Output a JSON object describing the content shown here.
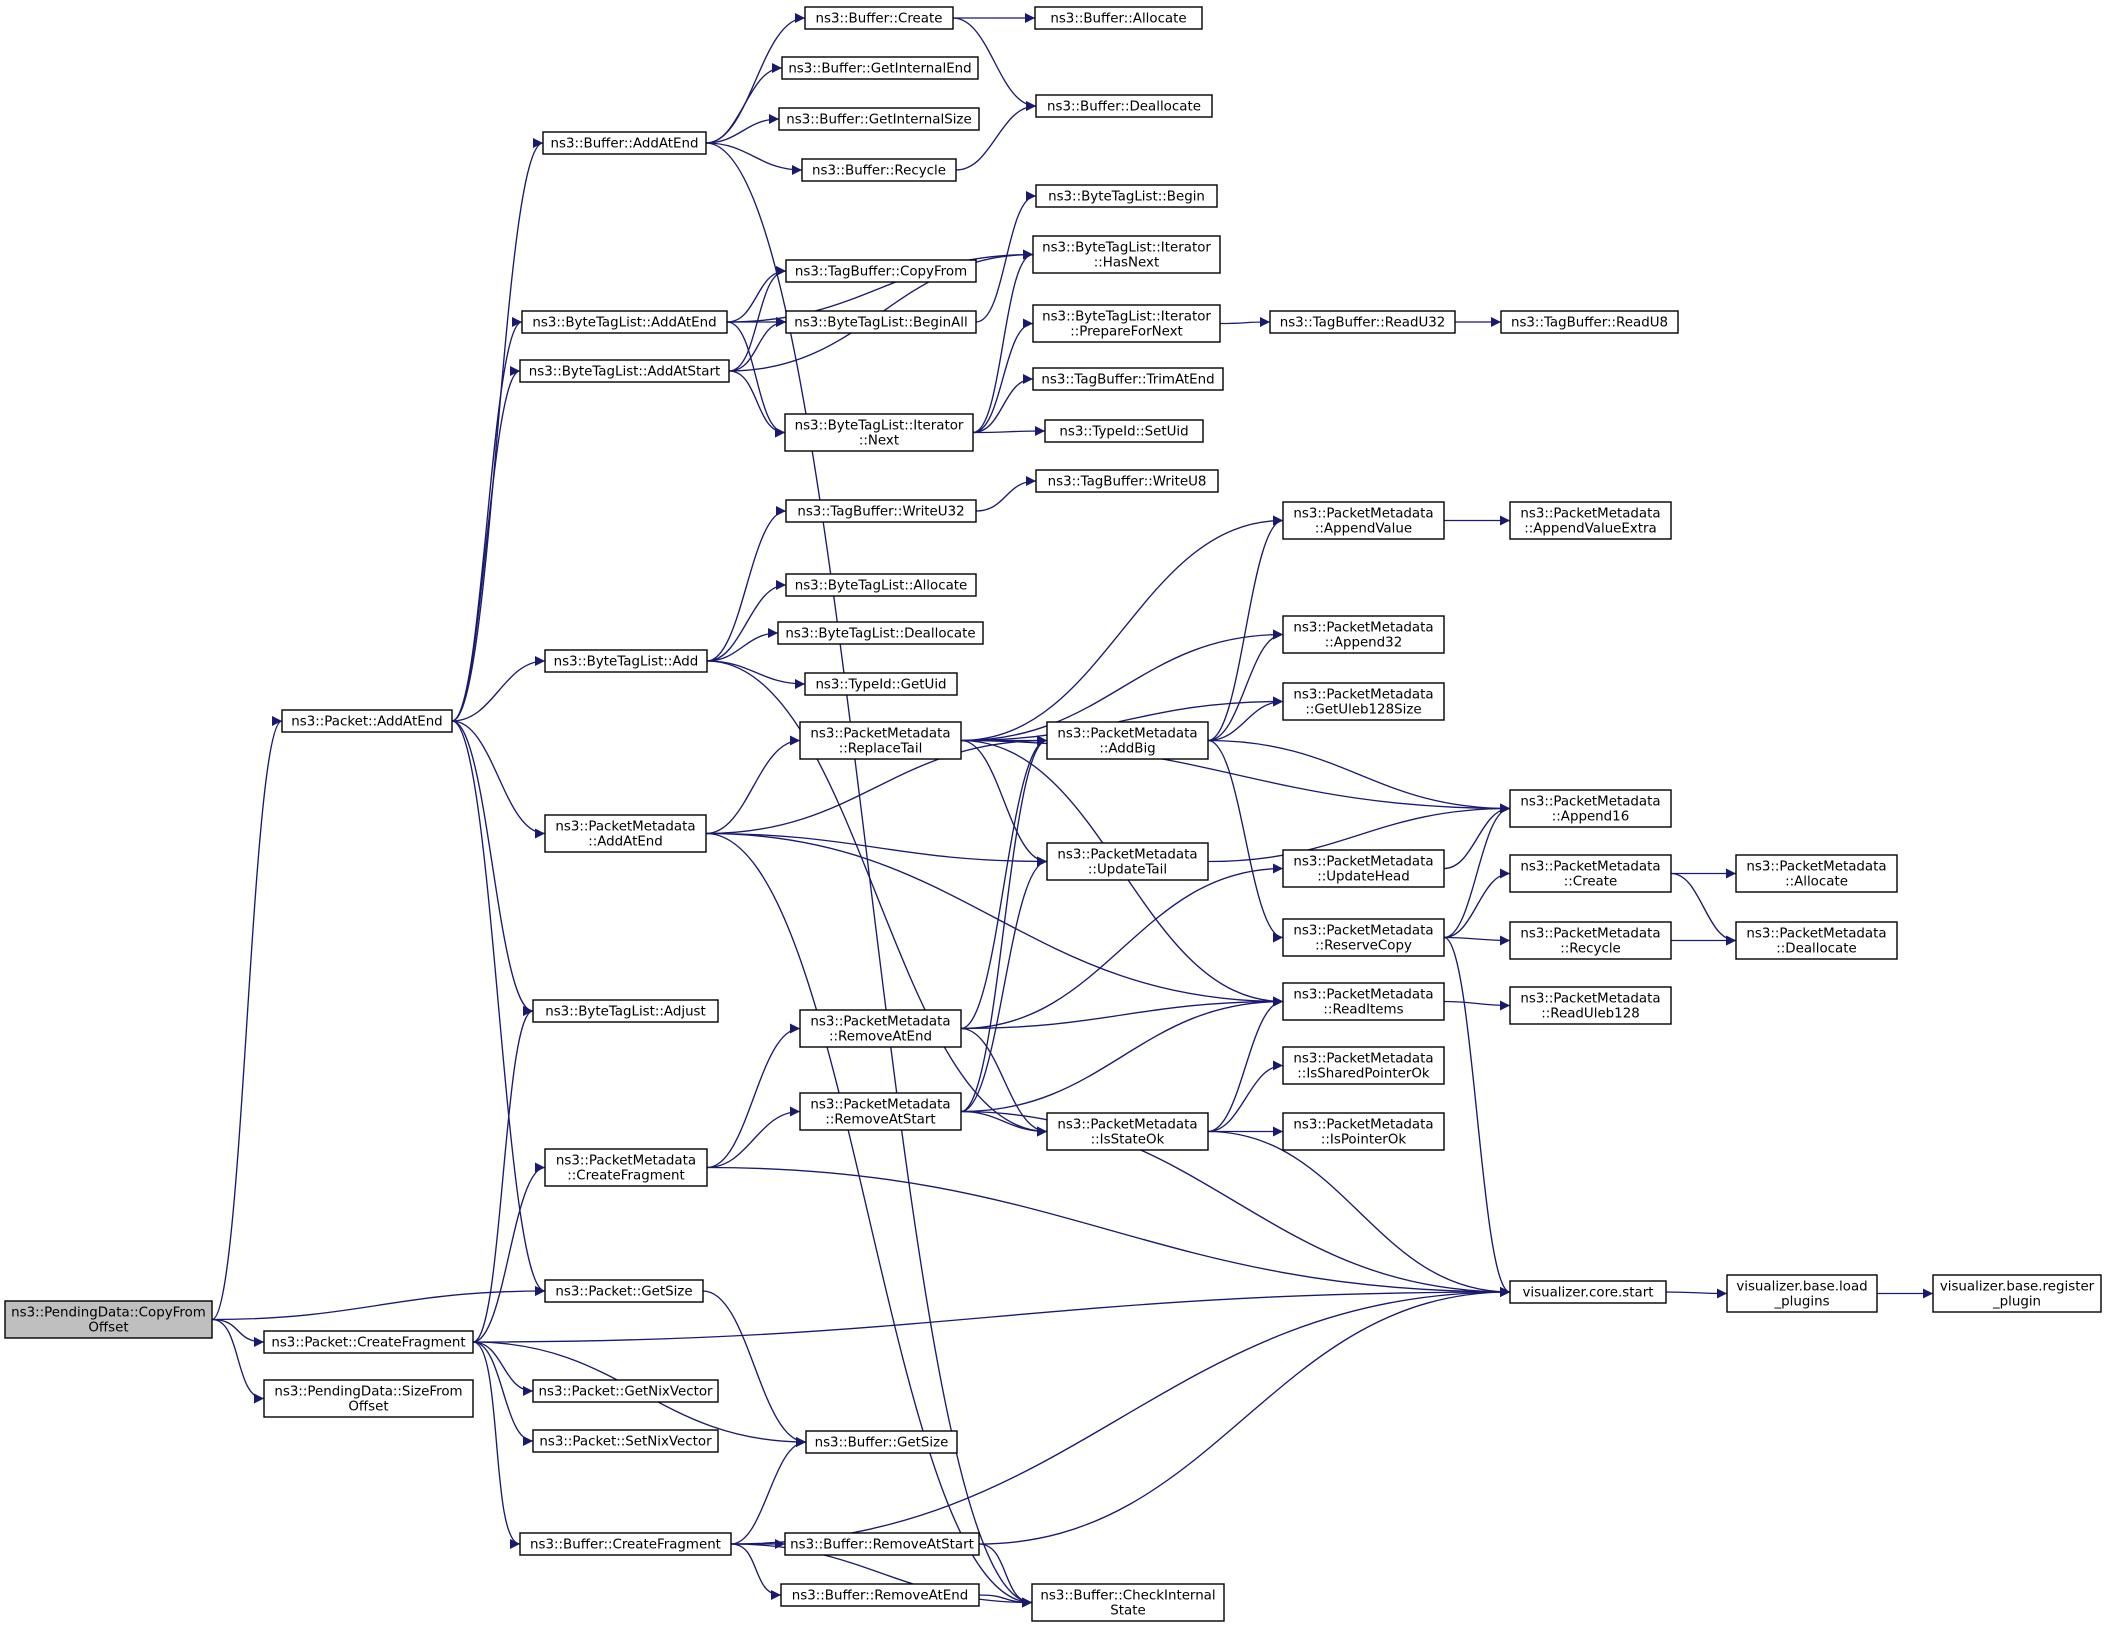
{
  "colors": {
    "edge": "#191970",
    "root_fill": "#bfbfbf",
    "node_fill": "#ffffff",
    "border": "#000000"
  },
  "nodes": [
    {
      "id": "pd_copy",
      "lines": [
        "ns3::PendingData::CopyFrom",
        "Offset"
      ],
      "root": true
    },
    {
      "id": "pkt_addatend",
      "lines": [
        "ns3::Packet::AddAtEnd"
      ]
    },
    {
      "id": "pkt_getsize",
      "lines": [
        "ns3::Packet::GetSize"
      ]
    },
    {
      "id": "pkt_createfrag",
      "lines": [
        "ns3::Packet::CreateFragment"
      ]
    },
    {
      "id": "pd_sizefrom",
      "lines": [
        "ns3::PendingData::SizeFrom",
        "Offset"
      ]
    },
    {
      "id": "buf_addatend",
      "lines": [
        "ns3::Buffer::AddAtEnd"
      ]
    },
    {
      "id": "btl_addatend",
      "lines": [
        "ns3::ByteTagList::AddAtEnd"
      ]
    },
    {
      "id": "btl_addatstart",
      "lines": [
        "ns3::ByteTagList::AddAtStart"
      ]
    },
    {
      "id": "btl_add",
      "lines": [
        "ns3::ByteTagList::Add"
      ]
    },
    {
      "id": "pm_addatend",
      "lines": [
        "ns3::PacketMetadata",
        "::AddAtEnd"
      ]
    },
    {
      "id": "btl_adjust",
      "lines": [
        "ns3::ByteTagList::Adjust"
      ]
    },
    {
      "id": "pm_createfrag",
      "lines": [
        "ns3::PacketMetadata",
        "::CreateFragment"
      ]
    },
    {
      "id": "pkt_getnix",
      "lines": [
        "ns3::Packet::GetNixVector"
      ]
    },
    {
      "id": "pkt_setnix",
      "lines": [
        "ns3::Packet::SetNixVector"
      ]
    },
    {
      "id": "buf_createfrag",
      "lines": [
        "ns3::Buffer::CreateFragment"
      ]
    },
    {
      "id": "buf_create",
      "lines": [
        "ns3::Buffer::Create"
      ]
    },
    {
      "id": "buf_getintend",
      "lines": [
        "ns3::Buffer::GetInternalEnd"
      ]
    },
    {
      "id": "buf_getintsize",
      "lines": [
        "ns3::Buffer::GetInternalSize"
      ]
    },
    {
      "id": "buf_recycle",
      "lines": [
        "ns3::Buffer::Recycle"
      ]
    },
    {
      "id": "tb_copyfrom",
      "lines": [
        "ns3::TagBuffer::CopyFrom"
      ]
    },
    {
      "id": "btl_beginall",
      "lines": [
        "ns3::ByteTagList::BeginAll"
      ]
    },
    {
      "id": "btli_next",
      "lines": [
        "ns3::ByteTagList::Iterator",
        "::Next"
      ]
    },
    {
      "id": "tb_writeu32",
      "lines": [
        "ns3::TagBuffer::WriteU32"
      ]
    },
    {
      "id": "btl_allocate",
      "lines": [
        "ns3::ByteTagList::Allocate"
      ]
    },
    {
      "id": "btl_deallocate",
      "lines": [
        "ns3::ByteTagList::Deallocate"
      ]
    },
    {
      "id": "typeid_getuid",
      "lines": [
        "ns3::TypeId::GetUid"
      ]
    },
    {
      "id": "pm_replacetail",
      "lines": [
        "ns3::PacketMetadata",
        "::ReplaceTail"
      ]
    },
    {
      "id": "pm_removeatend",
      "lines": [
        "ns3::PacketMetadata",
        "::RemoveAtEnd"
      ]
    },
    {
      "id": "pm_removeatstart",
      "lines": [
        "ns3::PacketMetadata",
        "::RemoveAtStart"
      ]
    },
    {
      "id": "buf_getsize",
      "lines": [
        "ns3::Buffer::GetSize"
      ]
    },
    {
      "id": "buf_removeatstart",
      "lines": [
        "ns3::Buffer::RemoveAtStart"
      ]
    },
    {
      "id": "buf_removeatend",
      "lines": [
        "ns3::Buffer::RemoveAtEnd"
      ]
    },
    {
      "id": "buf_allocate",
      "lines": [
        "ns3::Buffer::Allocate"
      ]
    },
    {
      "id": "buf_deallocate",
      "lines": [
        "ns3::Buffer::Deallocate"
      ]
    },
    {
      "id": "btl_begin",
      "lines": [
        "ns3::ByteTagList::Begin"
      ]
    },
    {
      "id": "btli_hasnext",
      "lines": [
        "ns3::ByteTagList::Iterator",
        "::HasNext"
      ]
    },
    {
      "id": "btli_prepare",
      "lines": [
        "ns3::ByteTagList::Iterator",
        "::PrepareForNext"
      ]
    },
    {
      "id": "tb_trimatend",
      "lines": [
        "ns3::TagBuffer::TrimAtEnd"
      ]
    },
    {
      "id": "typeid_setuid",
      "lines": [
        "ns3::TypeId::SetUid"
      ]
    },
    {
      "id": "tb_writeu8",
      "lines": [
        "ns3::TagBuffer::WriteU8"
      ]
    },
    {
      "id": "pm_addbig",
      "lines": [
        "ns3::PacketMetadata",
        "::AddBig"
      ]
    },
    {
      "id": "pm_updatetail",
      "lines": [
        "ns3::PacketMetadata",
        "::UpdateTail"
      ]
    },
    {
      "id": "pm_isstateok",
      "lines": [
        "ns3::PacketMetadata",
        "::IsStateOk"
      ]
    },
    {
      "id": "buf_checkinternal",
      "lines": [
        "ns3::Buffer::CheckInternal",
        "State"
      ]
    },
    {
      "id": "tb_readu32",
      "lines": [
        "ns3::TagBuffer::ReadU32"
      ]
    },
    {
      "id": "pm_appendvalue",
      "lines": [
        "ns3::PacketMetadata",
        "::AppendValue"
      ]
    },
    {
      "id": "pm_append32",
      "lines": [
        "ns3::PacketMetadata",
        "::Append32"
      ]
    },
    {
      "id": "pm_getuleb",
      "lines": [
        "ns3::PacketMetadata",
        "::GetUleb128Size"
      ]
    },
    {
      "id": "pm_updatehead",
      "lines": [
        "ns3::PacketMetadata",
        "::UpdateHead"
      ]
    },
    {
      "id": "pm_reservecopy",
      "lines": [
        "ns3::PacketMetadata",
        "::ReserveCopy"
      ]
    },
    {
      "id": "pm_readitems",
      "lines": [
        "ns3::PacketMetadata",
        "::ReadItems"
      ]
    },
    {
      "id": "pm_issharedptr",
      "lines": [
        "ns3::PacketMetadata",
        "::IsSharedPointerOk"
      ]
    },
    {
      "id": "pm_isptrok",
      "lines": [
        "ns3::PacketMetadata",
        "::IsPointerOk"
      ]
    },
    {
      "id": "viz_start",
      "lines": [
        "visualizer.core.start"
      ]
    },
    {
      "id": "tb_readu8",
      "lines": [
        "ns3::TagBuffer::ReadU8"
      ]
    },
    {
      "id": "pm_appendvalueextra",
      "lines": [
        "ns3::PacketMetadata",
        "::AppendValueExtra"
      ]
    },
    {
      "id": "pm_append16",
      "lines": [
        "ns3::PacketMetadata",
        "::Append16"
      ]
    },
    {
      "id": "pm_create",
      "lines": [
        "ns3::PacketMetadata",
        "::Create"
      ]
    },
    {
      "id": "pm_recycle",
      "lines": [
        "ns3::PacketMetadata",
        "::Recycle"
      ]
    },
    {
      "id": "pm_readuleb",
      "lines": [
        "ns3::PacketMetadata",
        "::ReadUleb128"
      ]
    },
    {
      "id": "viz_loadplugins",
      "lines": [
        "visualizer.base.load",
        "_plugins"
      ]
    },
    {
      "id": "pm_allocate",
      "lines": [
        "ns3::PacketMetadata",
        "::Allocate"
      ]
    },
    {
      "id": "pm_deallocate",
      "lines": [
        "ns3::PacketMetadata",
        "::Deallocate"
      ]
    },
    {
      "id": "viz_register",
      "lines": [
        "visualizer.base.register",
        "_plugin"
      ]
    }
  ],
  "edges": [
    [
      "pd_copy",
      "pkt_addatend"
    ],
    [
      "pd_copy",
      "pkt_getsize"
    ],
    [
      "pd_copy",
      "pkt_createfrag"
    ],
    [
      "pd_copy",
      "pd_sizefrom"
    ],
    [
      "pkt_addatend",
      "buf_addatend"
    ],
    [
      "pkt_addatend",
      "btl_addatend"
    ],
    [
      "pkt_addatend",
      "btl_addatstart"
    ],
    [
      "pkt_addatend",
      "btl_add"
    ],
    [
      "pkt_addatend",
      "pm_addatend"
    ],
    [
      "pkt_addatend",
      "btl_adjust"
    ],
    [
      "pkt_addatend",
      "pkt_getsize"
    ],
    [
      "pkt_getsize",
      "buf_getsize"
    ],
    [
      "pkt_createfrag",
      "btl_adjust"
    ],
    [
      "pkt_createfrag",
      "pm_createfrag"
    ],
    [
      "pkt_createfrag",
      "pkt_getnix"
    ],
    [
      "pkt_createfrag",
      "pkt_setnix"
    ],
    [
      "pkt_createfrag",
      "buf_getsize"
    ],
    [
      "pkt_createfrag",
      "buf_createfrag"
    ],
    [
      "pkt_createfrag",
      "viz_start"
    ],
    [
      "buf_addatend",
      "buf_create"
    ],
    [
      "buf_addatend",
      "buf_getintend"
    ],
    [
      "buf_addatend",
      "buf_getintsize"
    ],
    [
      "buf_addatend",
      "buf_recycle"
    ],
    [
      "buf_addatend",
      "buf_checkinternal"
    ],
    [
      "btl_addatend",
      "tb_copyfrom"
    ],
    [
      "btl_addatend",
      "btl_beginall"
    ],
    [
      "btl_addatend",
      "btli_next"
    ],
    [
      "btl_addatend",
      "btli_hasnext"
    ],
    [
      "btl_addatstart",
      "tb_copyfrom"
    ],
    [
      "btl_addatstart",
      "btl_beginall"
    ],
    [
      "btl_addatstart",
      "btli_next"
    ],
    [
      "btl_addatstart",
      "btli_hasnext"
    ],
    [
      "btl_add",
      "tb_writeu32"
    ],
    [
      "btl_add",
      "btl_allocate"
    ],
    [
      "btl_add",
      "btl_deallocate"
    ],
    [
      "btl_add",
      "typeid_getuid"
    ],
    [
      "btl_add",
      "pm_isstateok"
    ],
    [
      "pm_addatend",
      "pm_replacetail"
    ],
    [
      "pm_addatend",
      "pm_addbig"
    ],
    [
      "pm_addatend",
      "pm_updatetail"
    ],
    [
      "pm_addatend",
      "pm_readitems"
    ],
    [
      "pm_addatend",
      "buf_checkinternal"
    ],
    [
      "pm_createfrag",
      "pm_removeatend"
    ],
    [
      "pm_createfrag",
      "pm_removeatstart"
    ],
    [
      "pm_createfrag",
      "viz_start"
    ],
    [
      "buf_createfrag",
      "buf_getsize"
    ],
    [
      "buf_createfrag",
      "buf_removeatstart"
    ],
    [
      "buf_createfrag",
      "buf_removeatend"
    ],
    [
      "buf_createfrag",
      "buf_checkinternal"
    ],
    [
      "buf_createfrag",
      "viz_start"
    ],
    [
      "buf_create",
      "buf_allocate"
    ],
    [
      "buf_create",
      "buf_deallocate"
    ],
    [
      "buf_recycle",
      "buf_deallocate"
    ],
    [
      "btl_beginall",
      "btl_begin"
    ],
    [
      "btli_next",
      "btli_hasnext"
    ],
    [
      "btli_next",
      "btli_prepare"
    ],
    [
      "btli_next",
      "tb_trimatend"
    ],
    [
      "btli_next",
      "typeid_setuid"
    ],
    [
      "tb_writeu32",
      "tb_writeu8"
    ],
    [
      "pm_replacetail",
      "pm_appendvalue"
    ],
    [
      "pm_replacetail",
      "pm_append32"
    ],
    [
      "pm_replacetail",
      "pm_getuleb"
    ],
    [
      "pm_replacetail",
      "pm_addbig"
    ],
    [
      "pm_replacetail",
      "pm_append16"
    ],
    [
      "pm_replacetail",
      "pm_updatetail"
    ],
    [
      "pm_replacetail",
      "pm_readitems"
    ],
    [
      "pm_removeatend",
      "pm_addbig"
    ],
    [
      "pm_removeatend",
      "pm_updatehead"
    ],
    [
      "pm_removeatend",
      "pm_readitems"
    ],
    [
      "pm_removeatend",
      "pm_isstateok"
    ],
    [
      "pm_removeatstart",
      "pm_addbig"
    ],
    [
      "pm_removeatstart",
      "pm_updatetail"
    ],
    [
      "pm_removeatstart",
      "pm_readitems"
    ],
    [
      "pm_removeatstart",
      "pm_isstateok"
    ],
    [
      "pm_removeatstart",
      "viz_start"
    ],
    [
      "buf_removeatstart",
      "buf_checkinternal"
    ],
    [
      "buf_removeatstart",
      "viz_start"
    ],
    [
      "buf_removeatend",
      "buf_checkinternal"
    ],
    [
      "btli_prepare",
      "tb_readu32"
    ],
    [
      "pm_addbig",
      "pm_appendvalue"
    ],
    [
      "pm_addbig",
      "pm_append32"
    ],
    [
      "pm_addbig",
      "pm_getuleb"
    ],
    [
      "pm_addbig",
      "pm_append16"
    ],
    [
      "pm_addbig",
      "pm_reservecopy"
    ],
    [
      "pm_updatetail",
      "pm_append16"
    ],
    [
      "pm_isstateok",
      "pm_readitems"
    ],
    [
      "pm_isstateok",
      "pm_issharedptr"
    ],
    [
      "pm_isstateok",
      "pm_isptrok"
    ],
    [
      "pm_isstateok",
      "viz_start"
    ],
    [
      "tb_readu32",
      "tb_readu8"
    ],
    [
      "pm_appendvalue",
      "pm_appendvalueextra"
    ],
    [
      "pm_updatehead",
      "pm_append16"
    ],
    [
      "pm_reservecopy",
      "pm_append16"
    ],
    [
      "pm_reservecopy",
      "pm_create"
    ],
    [
      "pm_reservecopy",
      "pm_recycle"
    ],
    [
      "pm_reservecopy",
      "viz_start"
    ],
    [
      "pm_readitems",
      "pm_readuleb"
    ],
    [
      "viz_start",
      "viz_loadplugins"
    ],
    [
      "pm_create",
      "pm_allocate"
    ],
    [
      "pm_create",
      "pm_deallocate"
    ],
    [
      "pm_recycle",
      "pm_deallocate"
    ],
    [
      "viz_loadplugins",
      "viz_register"
    ]
  ]
}
